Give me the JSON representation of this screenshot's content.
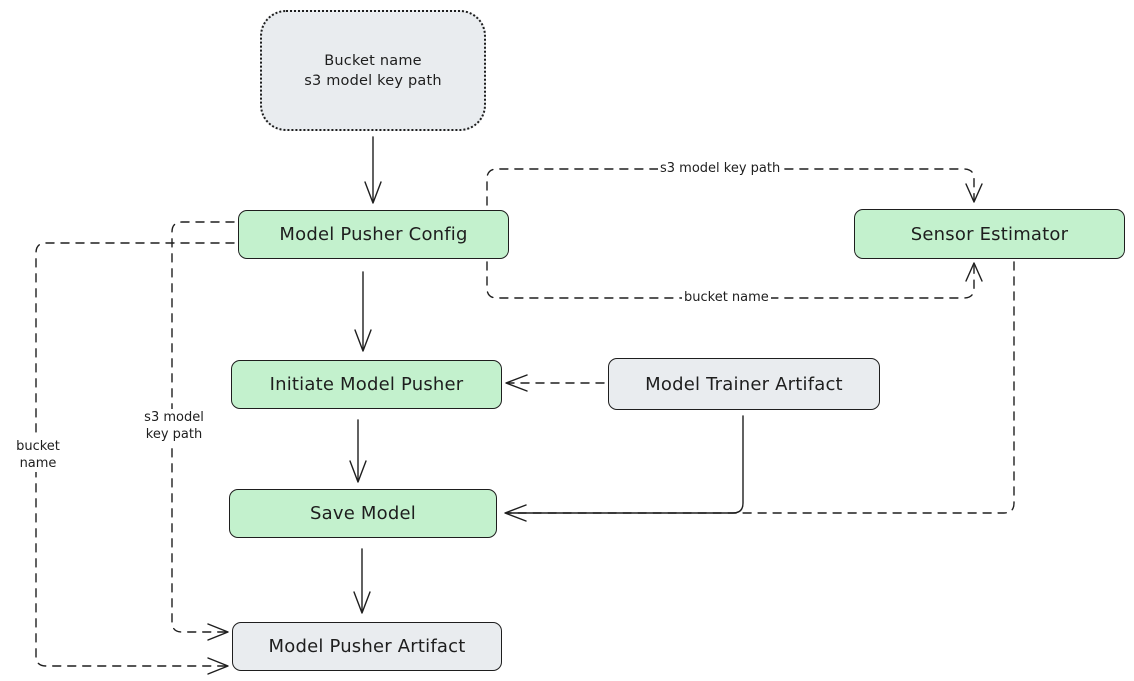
{
  "nodes": {
    "source": {
      "line1": "Bucket name",
      "line2": "s3 model key path"
    },
    "model_pusher_config": "Model Pusher Config",
    "sensor_estimator": "Sensor Estimator",
    "initiate_model_pusher": "Initiate Model Pusher",
    "model_trainer_artifact": "Model Trainer Artifact",
    "save_model": "Save Model",
    "model_pusher_artifact": "Model Pusher Artifact"
  },
  "edge_labels": {
    "top_key_path": "s3 model key path",
    "bottom_bucket_name": "bucket name",
    "left_key_path_line1": "s3 model",
    "left_key_path_line2": "key path",
    "far_left_bucket_line1": "bucket",
    "far_left_bucket_line2": "name"
  },
  "colors": {
    "process_fill": "#c3f1cd",
    "artifact_fill": "#e9ecef",
    "stroke": "#1e1e1e"
  }
}
